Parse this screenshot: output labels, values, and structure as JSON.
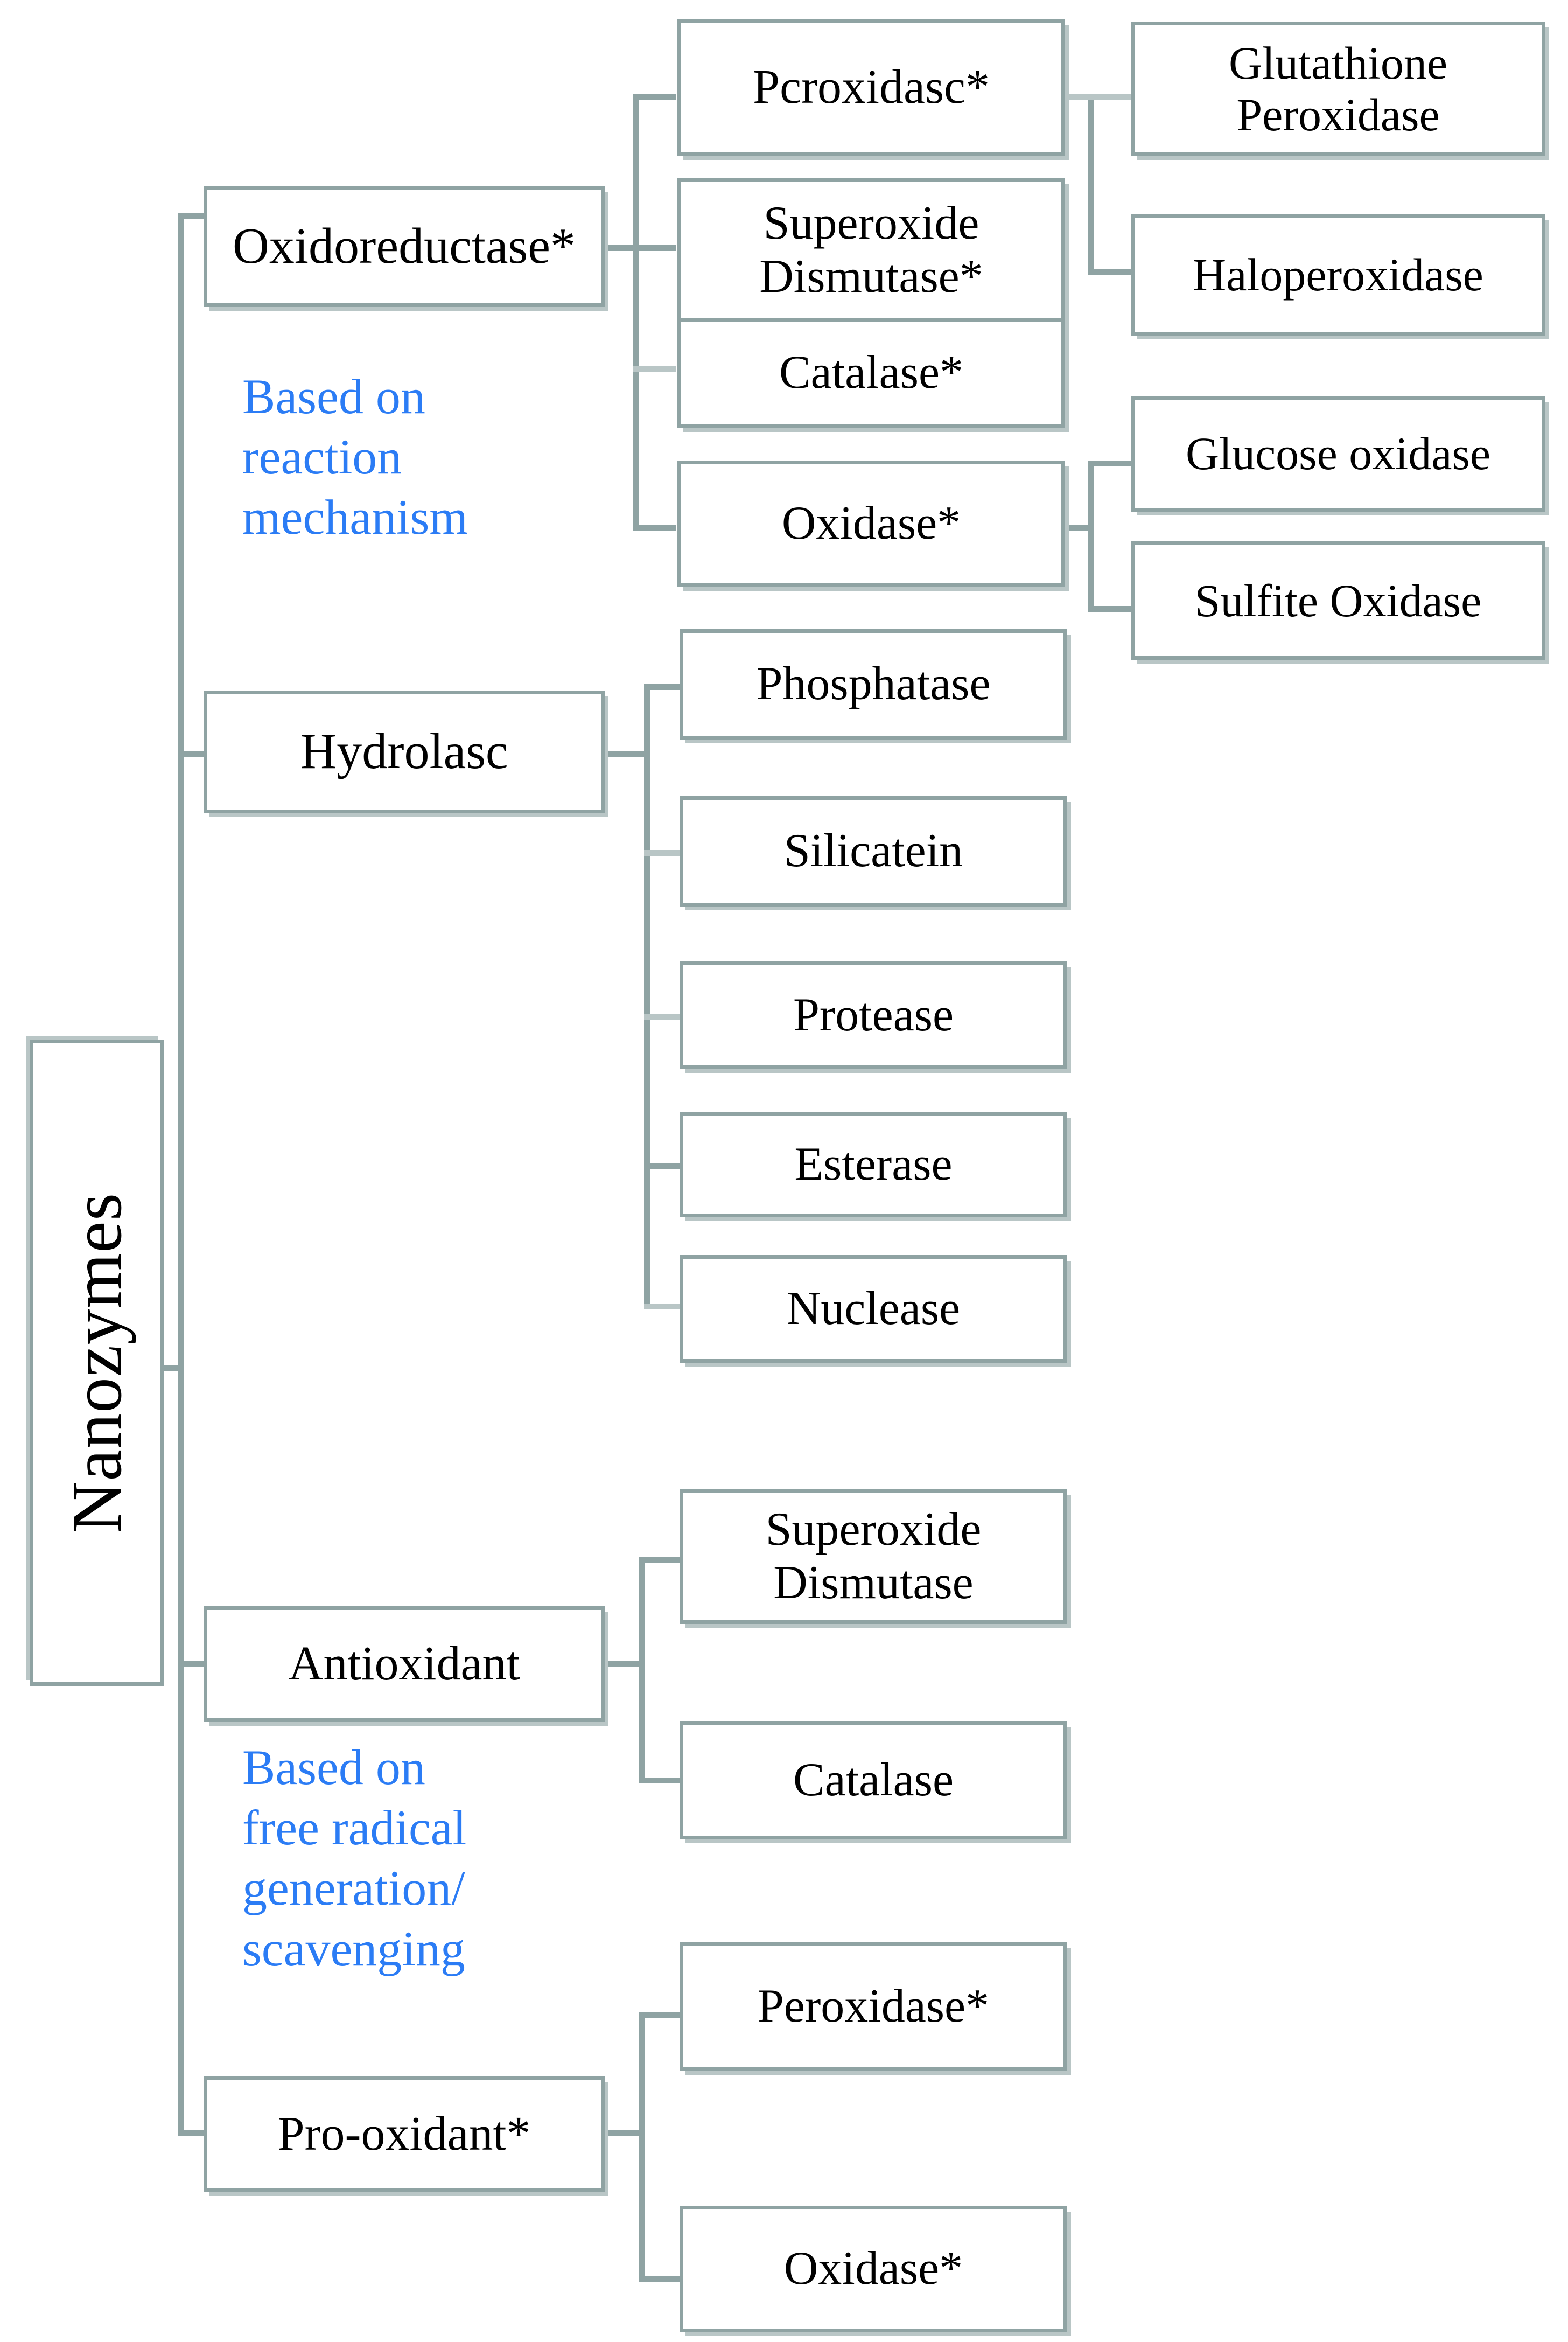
{
  "diagram": {
    "type": "hierarchy-tree",
    "root": {
      "label": "Nanozymes"
    },
    "captions": [
      {
        "id": "caption-reaction-mechanism",
        "text": "Based on\nreaction\nmechanism",
        "color": "#2b7cf5"
      },
      {
        "id": "caption-free-radical",
        "text": "Based on\nfree radical\ngeneration/\nscavenging",
        "color": "#2b7cf5"
      }
    ],
    "branches": [
      {
        "id": "branch-reaction-mechanism",
        "caption": "Based on reaction mechanism",
        "nodes": [
          {
            "id": "oxidoreductase",
            "label": "Oxidoreductase*",
            "children": [
              {
                "id": "peroxidase",
                "label": "Pcroxidasc*",
                "children": [
                  {
                    "id": "glutathione-peroxidase",
                    "label": "Glutathione\nPeroxidase"
                  },
                  {
                    "id": "haloperoxidase",
                    "label": "Haloperoxidase"
                  }
                ]
              },
              {
                "id": "superoxide-dismutase-1",
                "label": "Superoxide\nDismutase*",
                "children": []
              },
              {
                "id": "catalase-1",
                "label": "Catalase*",
                "children": []
              },
              {
                "id": "oxidase-1",
                "label": "Oxidase*",
                "children": [
                  {
                    "id": "glucose-oxidase",
                    "label": "Glucose oxidase"
                  },
                  {
                    "id": "sulfite-oxidase",
                    "label": "Sulfite Oxidase"
                  }
                ]
              }
            ]
          },
          {
            "id": "hydrolase",
            "label": "Hydrolasc",
            "children": [
              {
                "id": "phosphatase",
                "label": "Phosphatase",
                "children": []
              },
              {
                "id": "silicatein",
                "label": "Silicatein",
                "children": []
              },
              {
                "id": "protease",
                "label": "Protease",
                "children": []
              },
              {
                "id": "esterase",
                "label": "Esterase",
                "children": []
              },
              {
                "id": "nuclease",
                "label": "Nuclease",
                "children": []
              }
            ]
          }
        ]
      },
      {
        "id": "branch-free-radical",
        "caption": "Based on free radical generation/ scavenging",
        "nodes": [
          {
            "id": "antioxidant",
            "label": "Antioxidant",
            "children": [
              {
                "id": "superoxide-dismutase-2",
                "label": "Superoxide\nDismutase",
                "children": []
              },
              {
                "id": "catalase-2",
                "label": "Catalase",
                "children": []
              }
            ]
          },
          {
            "id": "pro-oxidant",
            "label": "Pro-oxidant*",
            "children": [
              {
                "id": "peroxidase-2",
                "label": "Peroxidase*",
                "children": []
              },
              {
                "id": "oxidase-2",
                "label": "Oxidase*",
                "children": []
              }
            ]
          }
        ]
      }
    ],
    "colors": {
      "border": "#8fa3a3",
      "shadow": "#b9c6c6",
      "text": "#000000",
      "caption": "#2b7cf5",
      "background": "#ffffff"
    }
  }
}
